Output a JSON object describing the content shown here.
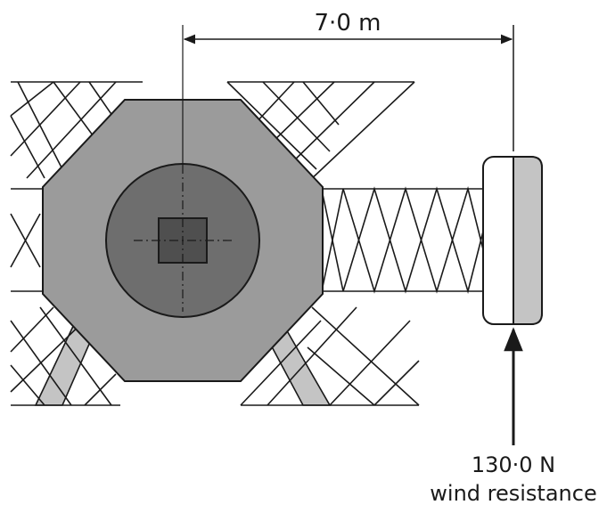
{
  "diagram": {
    "distance_label": "7·0 m",
    "force_value_label": "130·0 N",
    "force_description_label": "wind resistance"
  },
  "colors": {
    "outline": "#1a1a1a",
    "octagon_fill": "#9b9b9b",
    "circle_fill": "#6e6e6e",
    "column_fill": "#4f4f4f",
    "counterweight_face": "#c4c4c4",
    "lattice_shade": "#c4c4c4",
    "background": "#ffffff"
  }
}
